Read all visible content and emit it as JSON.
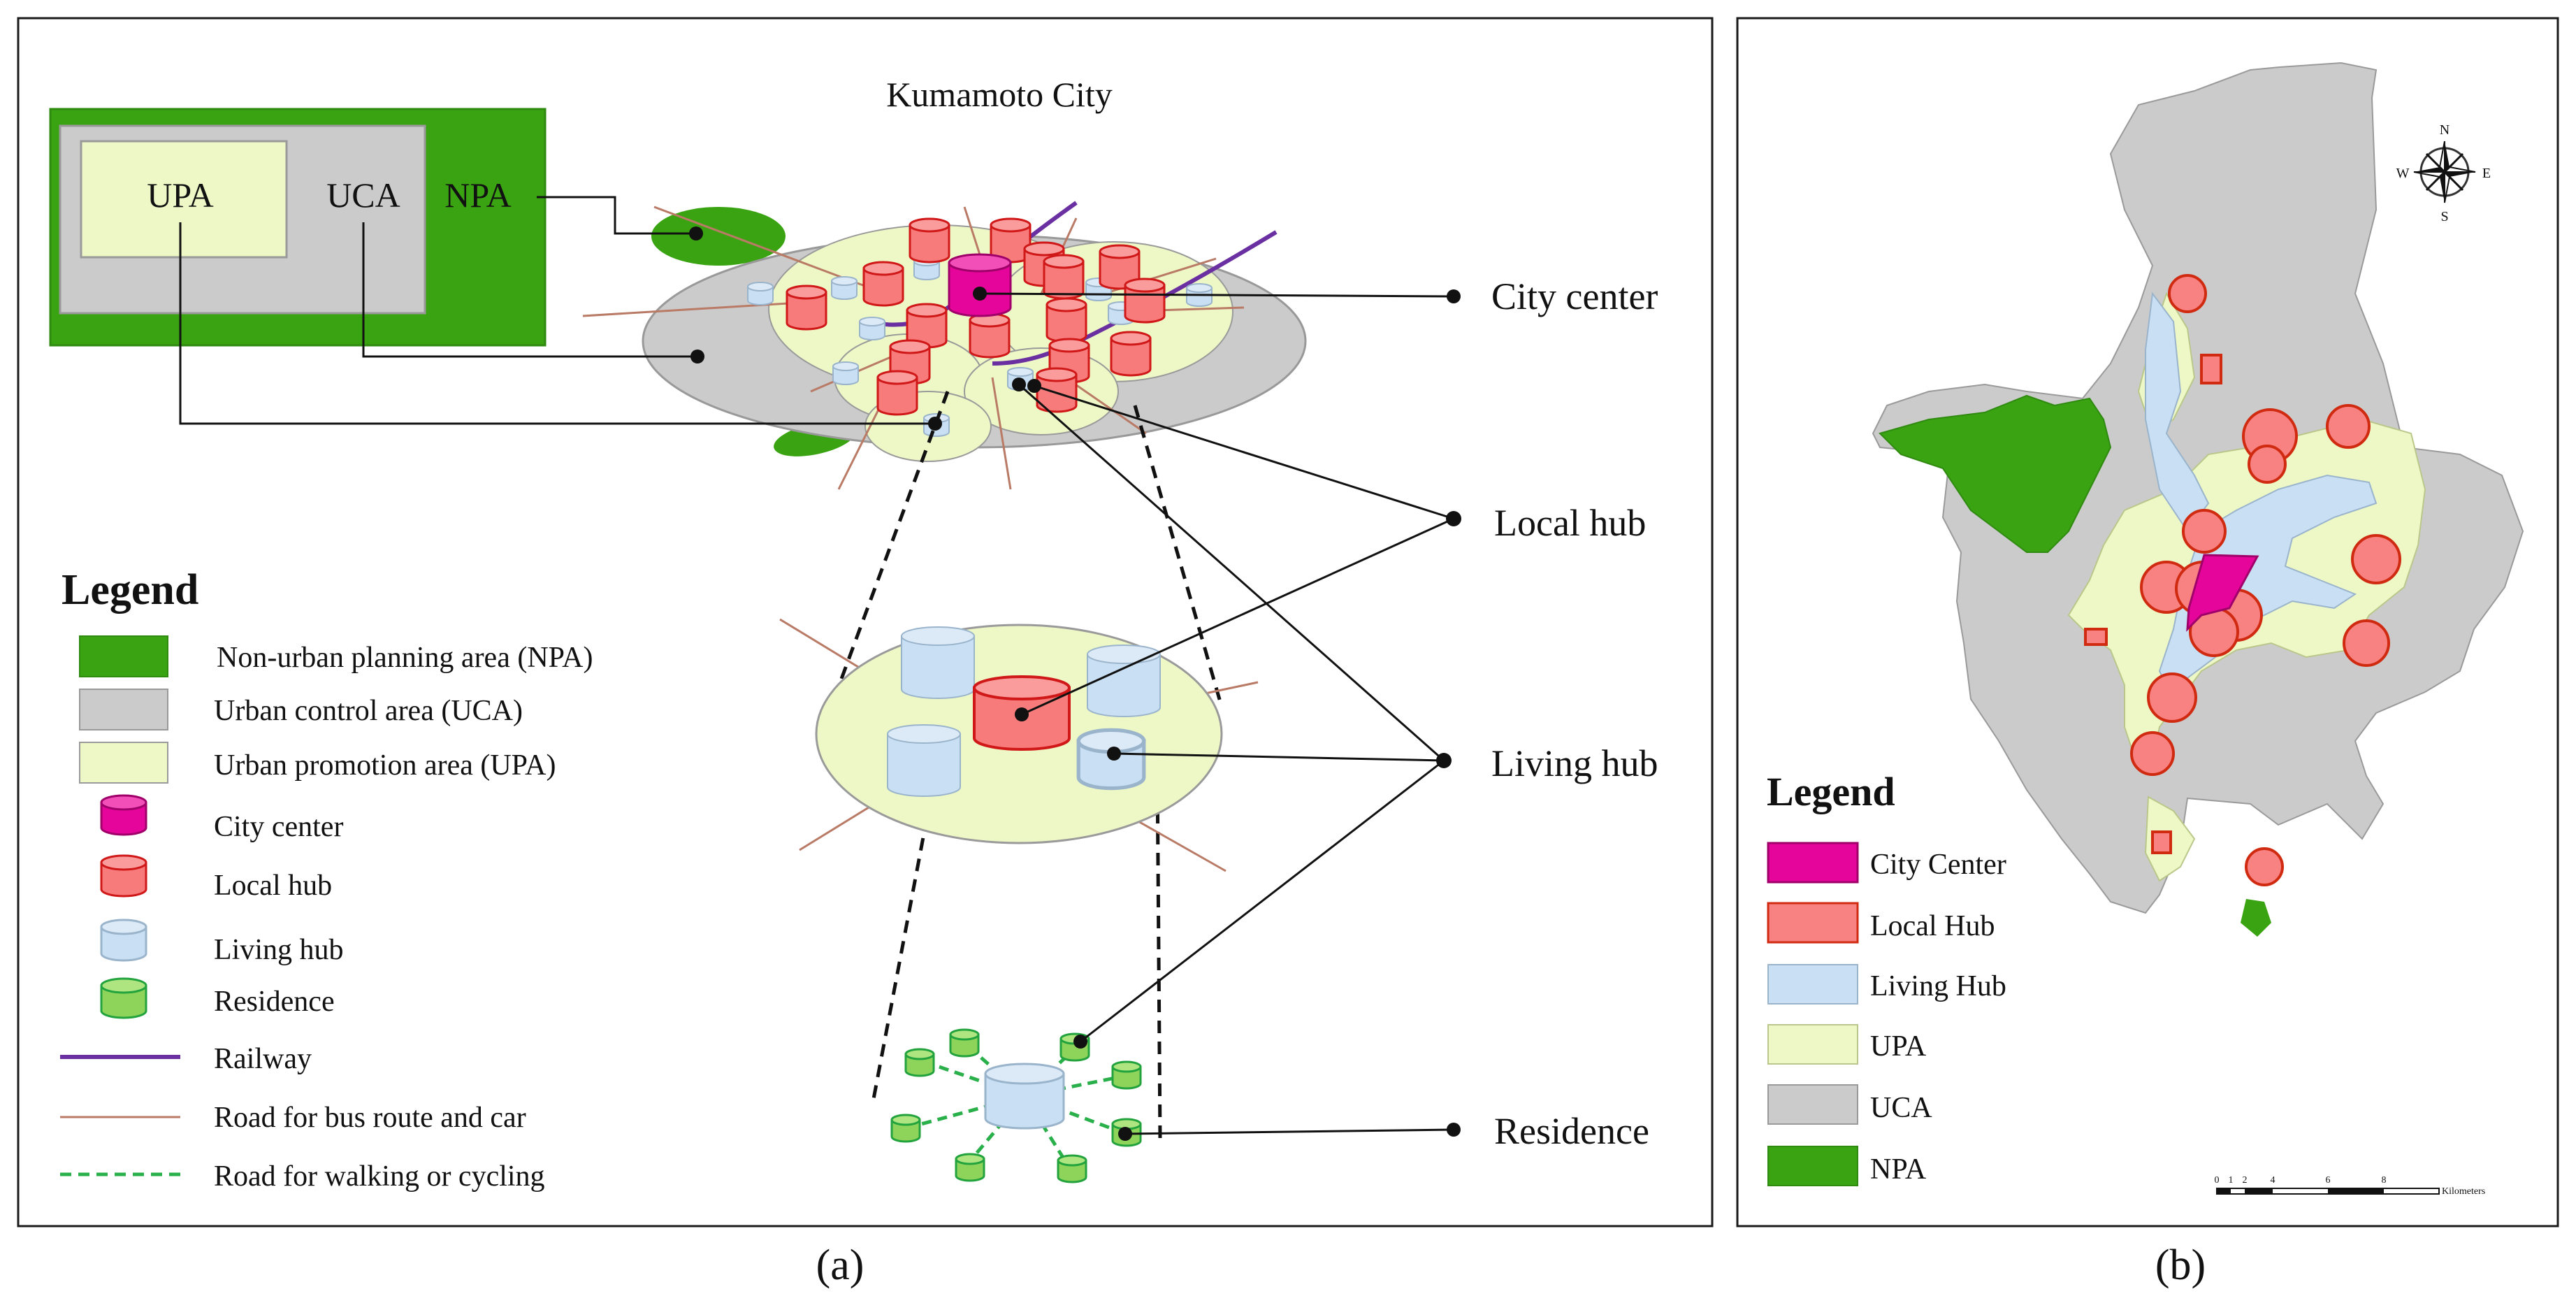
{
  "panel_a": {
    "title": "Kumamoto City",
    "zone_labels": {
      "upa": "UPA",
      "uca": "UCA",
      "npa": "NPA"
    },
    "callouts": {
      "city_center": "City center",
      "local_hub": "Local hub",
      "living_hub": "Living hub",
      "residence": "Residence"
    },
    "legend": {
      "title": "Legend",
      "items": [
        {
          "label": "Non-urban planning area (NPA)",
          "symbol": "npa-swatch",
          "color": "#3aa312"
        },
        {
          "label": "Urban control area (UCA)",
          "symbol": "uca-swatch",
          "color": "#cbcbcb"
        },
        {
          "label": "Urban promotion area (UPA)",
          "symbol": "upa-swatch",
          "color": "#eef8c6"
        },
        {
          "label": "City center",
          "symbol": "cylinder-icon",
          "color": "#e6059a"
        },
        {
          "label": "Local hub",
          "symbol": "cylinder-icon",
          "color": "#f77b7b"
        },
        {
          "label": "Living hub",
          "symbol": "cylinder-icon",
          "color": "#c9dff3"
        },
        {
          "label": "Residence",
          "symbol": "cylinder-icon",
          "color": "#8fd45a"
        },
        {
          "label": "Railway",
          "symbol": "railway-line-icon",
          "color": "#6a2fa0"
        },
        {
          "label": "Road for bus route and car",
          "symbol": "road-line-icon",
          "color": "#b97a66"
        },
        {
          "label": "Road for walking or cycling",
          "symbol": "dashed-path-icon",
          "color": "#2ab04a"
        }
      ]
    },
    "caption": "(a)"
  },
  "panel_b": {
    "compass": {
      "n": "N",
      "s": "S",
      "e": "E",
      "w": "W"
    },
    "legend": {
      "title": "Legend",
      "items": [
        {
          "label": "City Center",
          "color": "#e6059a"
        },
        {
          "label": "Local Hub",
          "color": "#f88282"
        },
        {
          "label": "Living Hub",
          "color": "#c9dff3"
        },
        {
          "label": "UPA",
          "color": "#eef8c6"
        },
        {
          "label": "UCA",
          "color": "#cbcbcb"
        },
        {
          "label": "NPA",
          "color": "#3aa312"
        }
      ]
    },
    "scale_bar": {
      "ticks": [
        "0",
        "1",
        "2",
        "4",
        "6",
        "8"
      ],
      "unit": "Kilometers"
    },
    "caption": "(b)"
  }
}
